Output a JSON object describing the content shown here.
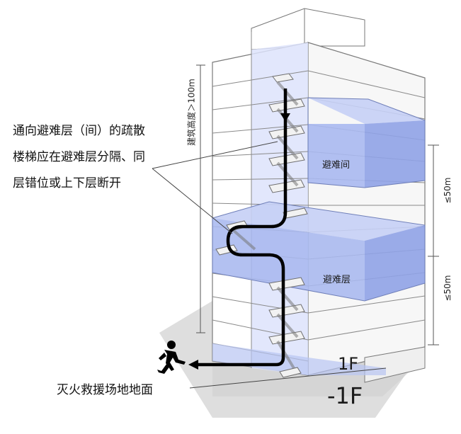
{
  "annotations": {
    "stair_note_line1": "通向避难层（间）的疏散",
    "stair_note_line2": "楼梯应在避难层分隔、同",
    "stair_note_line3": "层错位或上下层断开",
    "ground_note": "灭火救援场地地面"
  },
  "labels": {
    "refuge_room": "避难间",
    "refuge_floor": "避难层",
    "floor_1": "1F",
    "floor_b1": "-1F",
    "height_note": "建筑高度＞100m",
    "spacing_upper": "≤50m",
    "spacing_lower": "≤50m"
  },
  "colors": {
    "refuge_fill": "#a9b8ef",
    "refuge_side": "#8fa2e6",
    "shaft_fill": "#dde3fb",
    "ground": "#dcdcdc",
    "outline": "#7a7a7a",
    "route": "#000000"
  }
}
